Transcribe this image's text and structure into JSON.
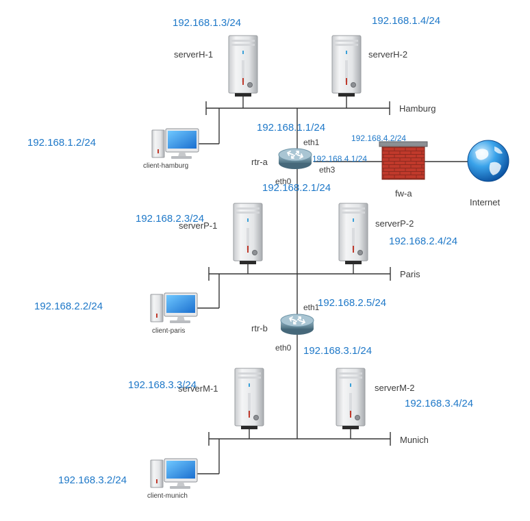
{
  "colors": {
    "ip": "#1e78c8",
    "label": "#3c3c3c",
    "line": "#333333"
  },
  "segments": {
    "hamburg": "Hamburg",
    "paris": "Paris",
    "munich": "Munich"
  },
  "servers": {
    "h1": {
      "name": "serverH-1",
      "ip": "192.168.1.3/24"
    },
    "h2": {
      "name": "serverH-2",
      "ip": "192.168.1.4/24"
    },
    "p1": {
      "name": "serverP-1",
      "ip": "192.168.2.3/24"
    },
    "p2": {
      "name": "serverP-2",
      "ip": "192.168.2.4/24"
    },
    "m1": {
      "name": "serverM-1",
      "ip": "192.168.3.3/24"
    },
    "m2": {
      "name": "serverM-2",
      "ip": "192.168.3.4/24"
    }
  },
  "clients": {
    "hamburg": {
      "name": "client-hamburg",
      "ip": "192.168.1.2/24"
    },
    "paris": {
      "name": "client-paris",
      "ip": "192.168.2.2/24"
    },
    "munich": {
      "name": "client-munich",
      "ip": "192.168.3.2/24"
    }
  },
  "routers": {
    "a": {
      "name": "rtr-a",
      "eth1": "eth1",
      "eth1_ip": "192.168.1.1/24",
      "eth0": "eth0",
      "eth0_ip": "192.168.2.1/24",
      "eth3": "eth3",
      "eth3_ip": "192.168.4.1/24"
    },
    "b": {
      "name": "rtr-b",
      "eth1": "eth1",
      "eth1_ip": "192.168.2.5/24",
      "eth0": "eth0",
      "eth0_ip": "192.168.3.1/24"
    }
  },
  "firewall": {
    "name": "fw-a",
    "ip": "192.168.4.2/24"
  },
  "internet": {
    "name": "Internet"
  }
}
